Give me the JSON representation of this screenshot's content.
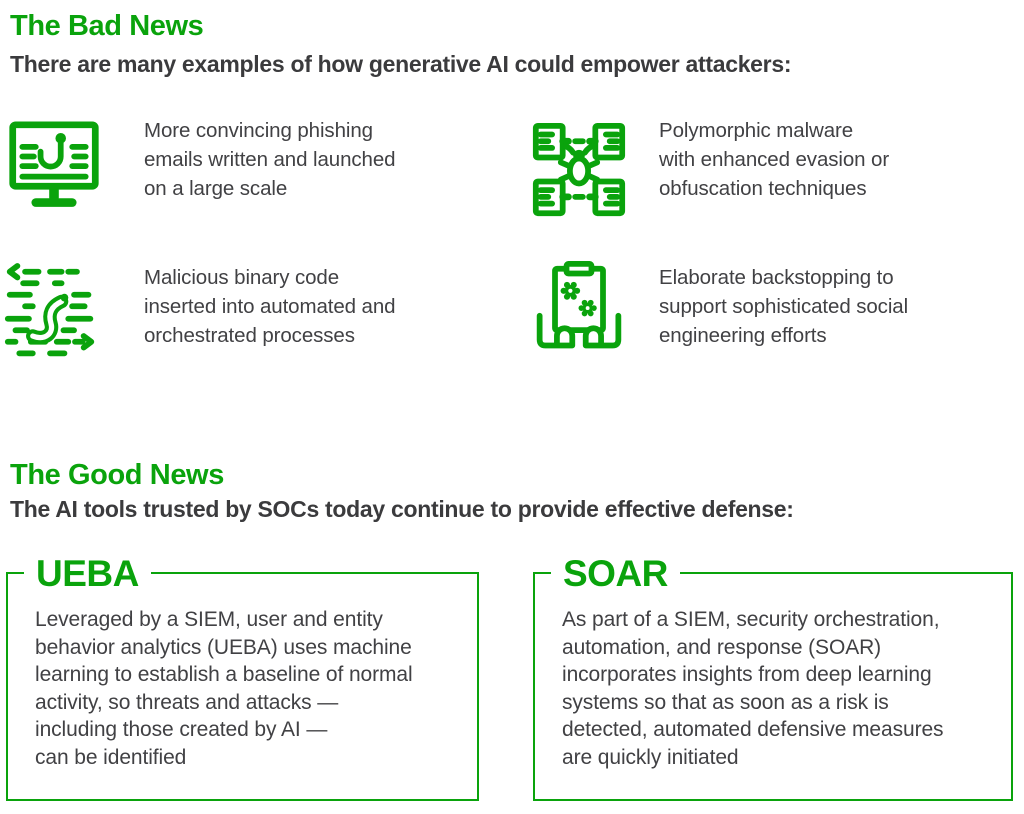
{
  "page": {
    "background": "#ffffff",
    "accent_green": "#0aa30c",
    "text_color": "#3b3b3d"
  },
  "bad_news": {
    "title": "The Bad News",
    "subtitle": "There are many examples of how generative AI could empower attackers:",
    "items": [
      {
        "icon": "phishing-monitor-icon",
        "lines": [
          "More convincing phishing",
          "emails written and launched",
          "on a large scale"
        ]
      },
      {
        "icon": "polymorphic-malware-bug-icon",
        "lines": [
          "Polymorphic malware",
          "with enhanced evasion or",
          "obfuscation techniques"
        ]
      },
      {
        "icon": "malicious-code-worm-icon",
        "lines": [
          "Malicious binary code",
          "inserted into automated and",
          "orchestrated processes"
        ]
      },
      {
        "icon": "backstopping-clipboard-icon",
        "lines": [
          "Elaborate backstopping to",
          "support sophisticated social",
          "engineering efforts"
        ]
      }
    ]
  },
  "good_news": {
    "title": "The Good News",
    "subtitle": "The AI tools trusted by SOCs today continue to provide effective defense:",
    "cards": [
      {
        "title": "UEBA",
        "lines": [
          "Leveraged by a SIEM, user and entity",
          "behavior analytics (UEBA) uses machine",
          "learning to establish a baseline of normal",
          "activity, so threats and attacks —",
          "including those created by AI —",
          "can be identified"
        ]
      },
      {
        "title": "SOAR",
        "lines": [
          "As part of a SIEM, security orchestration,",
          "automation, and response (SOAR)",
          "incorporates insights from deep learning",
          "systems so that as soon as a risk is",
          "detected, automated defensive measures",
          "are quickly initiated"
        ]
      }
    ]
  }
}
